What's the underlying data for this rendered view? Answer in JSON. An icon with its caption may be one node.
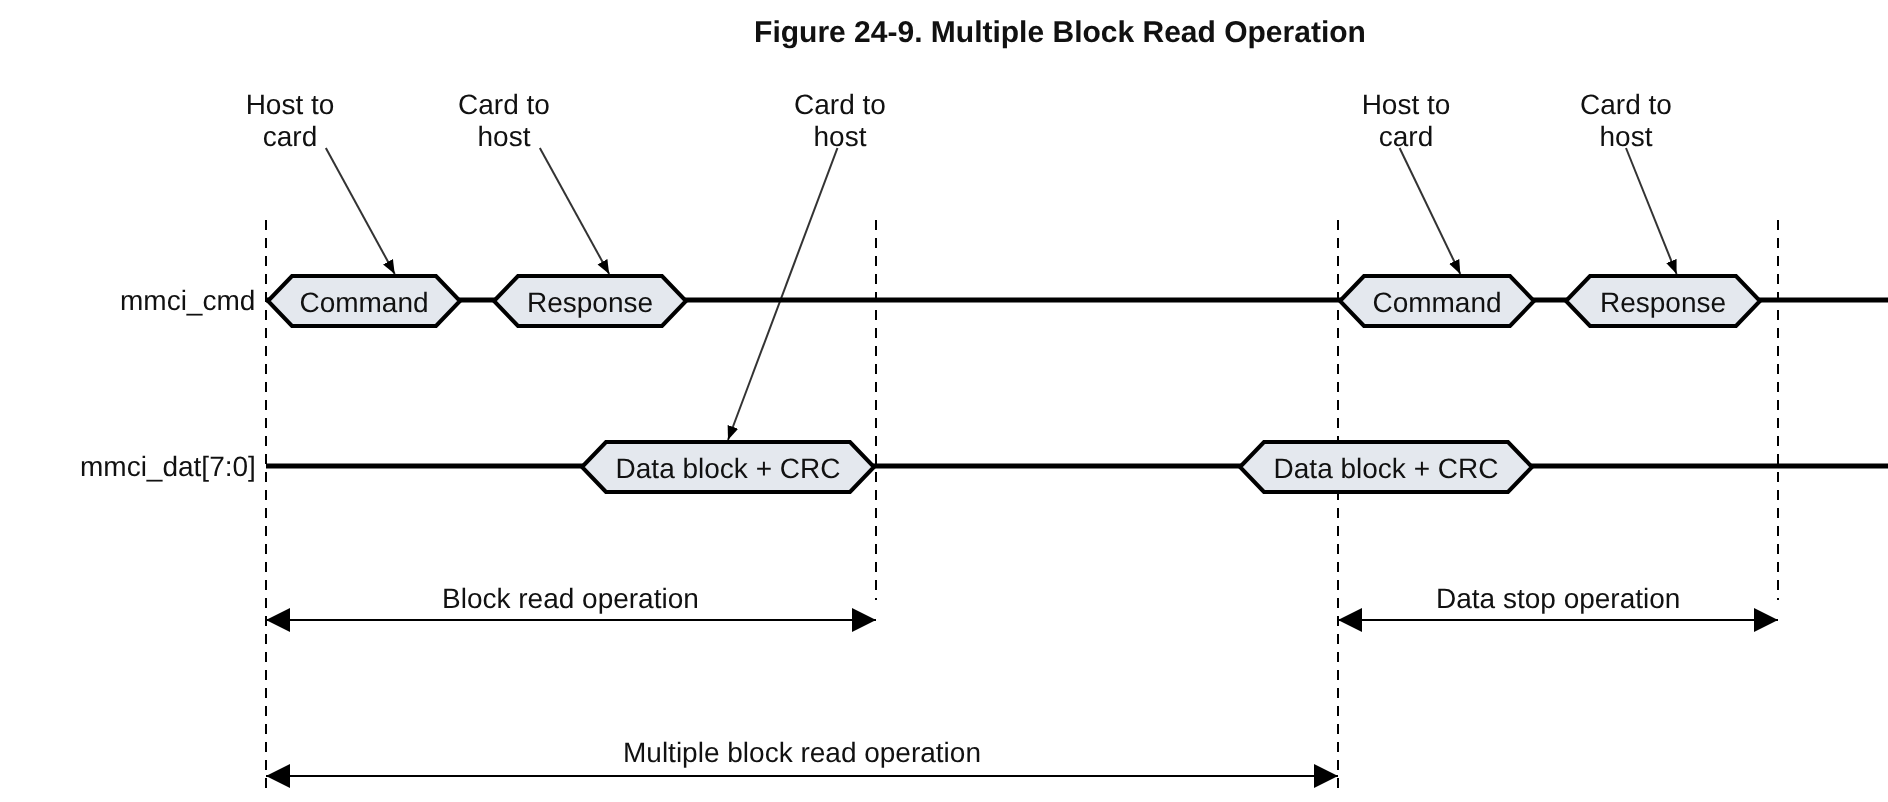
{
  "diagram": {
    "title": "Figure 24-9. Multiple Block Read Operation",
    "nodes": [
      {
        "text": [
          "Host to card"
        ]
      },
      {
        "text": [
          "Card to host"
        ]
      },
      {
        "text": [
          "Card to host"
        ]
      },
      {
        "text": [
          "Host to card"
        ]
      },
      {
        "text": [
          "Card to host"
        ]
      },
      {
        "text": [
          "Command"
        ]
      },
      {
        "text": [
          "Response"
        ]
      },
      {
        "text": [
          "Data block + CRC"
        ]
      },
      {
        "text": [
          "Data block + CRC"
        ]
      },
      {
        "text": [
          "Command"
        ]
      },
      {
        "text": [
          "Response"
        ]
      }
    ],
    "edges": [
      {
        "from": 0,
        "to": 5,
        "arrow": "to"
      },
      {
        "from": 1,
        "to": 6,
        "arrow": "to"
      },
      {
        "from": 2,
        "to": 7,
        "arrow": "to"
      },
      {
        "from": 3,
        "to": 9,
        "arrow": "to"
      },
      {
        "from": 4,
        "to": 10,
        "arrow": "to"
      }
    ],
    "labels": [
      "mmci_cmd",
      "mmci_dat[7:0]",
      "Block read operation",
      "Data stop operation",
      "Multiple block read operation"
    ]
  }
}
